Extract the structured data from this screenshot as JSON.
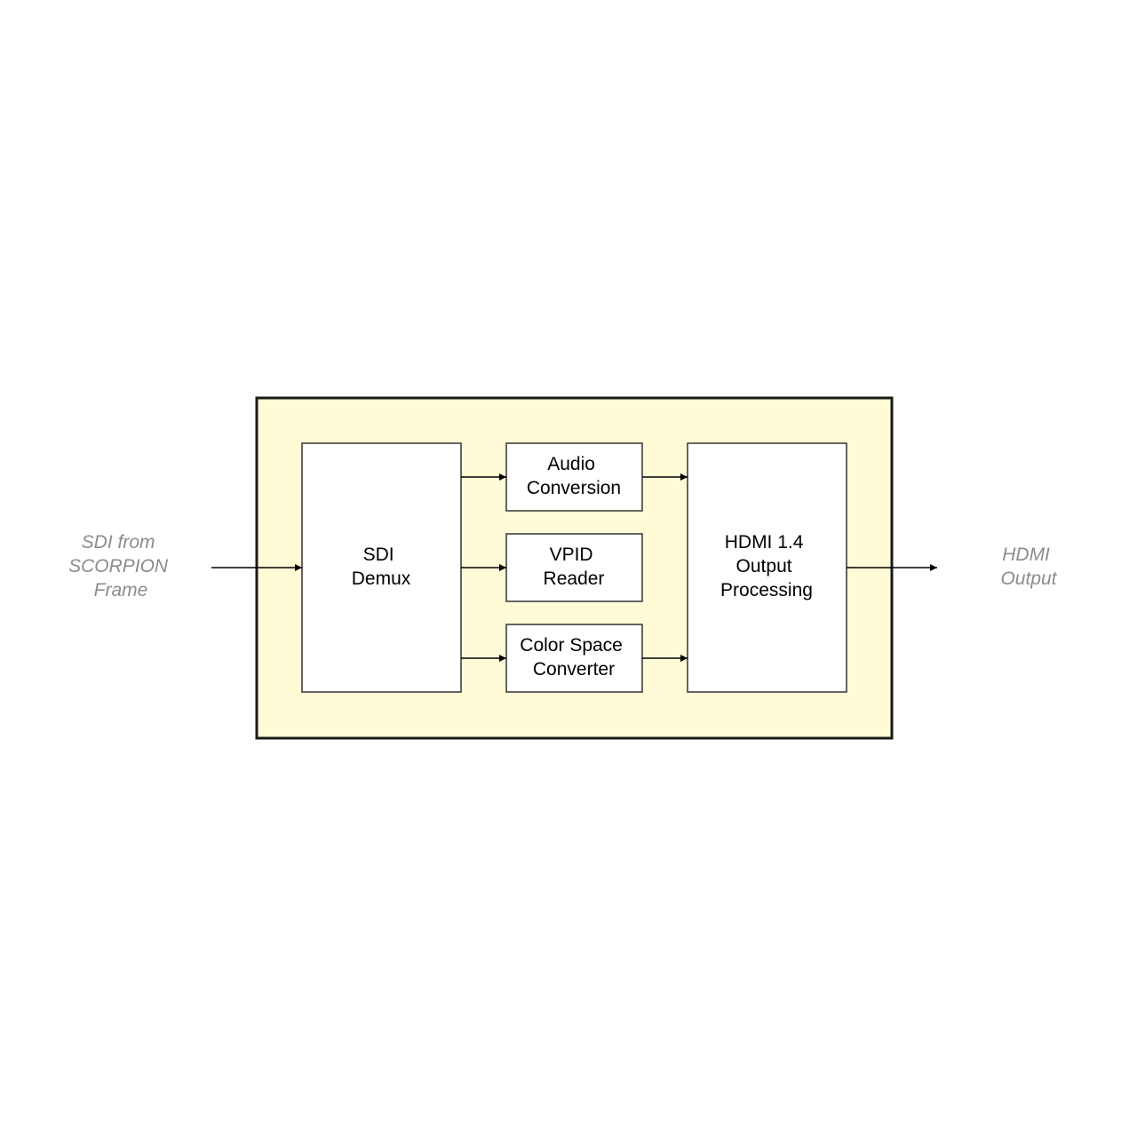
{
  "colors": {
    "container_fill": "#fffbd6",
    "external_label": "#8c8c8c"
  },
  "input_label": [
    "SDI from",
    "SCORPION",
    "Frame"
  ],
  "output_label": [
    "HDMI",
    "Output"
  ],
  "blocks": {
    "sdi_demux": [
      "SDI",
      "Demux"
    ],
    "audio": [
      "Audio",
      "Conversion"
    ],
    "vpid": [
      "VPID",
      "Reader"
    ],
    "csc": [
      "Color Space",
      "Converter"
    ],
    "hdmi": [
      "HDMI 1.4",
      "Output",
      "Processing"
    ]
  }
}
